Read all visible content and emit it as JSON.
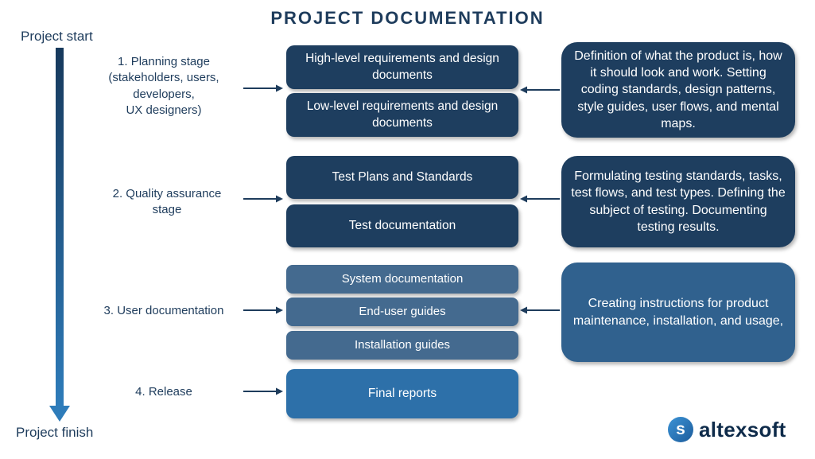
{
  "title": "PROJECT DOCUMENTATION",
  "timeline": {
    "start": "Project start",
    "finish": "Project finish"
  },
  "stages": [
    {
      "label": "1. Planning stage\n(stakeholders,  users,\ndevelopers,\nUX designers)",
      "docs": [
        "High-level requirements and design documents",
        "Low-level requirements and design documents"
      ],
      "note": "Definition of what the product is, how it should look and work. Setting coding standards, design patterns, style guides, user flows, and mental maps."
    },
    {
      "label": "2. Quality assurance\nstage",
      "docs": [
        "Test Plans and Standards",
        "Test documentation"
      ],
      "note": "Formulating testing standards, tasks, test flows, and test types. Defining the subject of testing. Documenting testing results."
    },
    {
      "label": "3. User documentation",
      "docs": [
        "System documentation",
        "End-user guides",
        "Installation guides"
      ],
      "note": "Creating instructions for product maintenance, installation, and usage,"
    },
    {
      "label": "4. Release",
      "docs": [
        "Final reports"
      ]
    }
  ],
  "logo": {
    "mark": "s",
    "text": "altexsoft"
  },
  "colors": {
    "ink": "#1e3c5c",
    "dark_navy": "#1e3e5f",
    "slate_blue": "#446a8f",
    "bright_blue": "#2d70a9",
    "note_light": "#30618e",
    "logo_navy": "#0e2b4a"
  }
}
